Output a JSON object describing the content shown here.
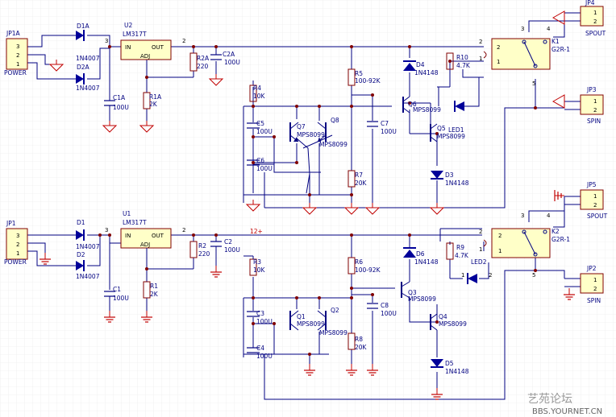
{
  "title": "Dual LM317 regulated supply with MPS8099 timer, LED and G2R-1 relay outputs",
  "colors": {
    "wire": "#000080",
    "part": "#800000",
    "part_fill": "#ffffc8",
    "ground": "#c00000",
    "diode": "#000099",
    "grid": "#e6e6e6",
    "node": "#800000"
  },
  "top": {
    "jp1a_ref": "JP1A",
    "jp1a_name": "POWER",
    "jp1a_p3": "3",
    "jp1a_p2": "2",
    "jp1a_p1": "1",
    "d1a_ref": "D1A",
    "d1a_val": "1N4007",
    "d2a_ref": "D2A",
    "d2a_val": "1N4007",
    "node3": "3",
    "u2_ref": "U2",
    "u2_val": "LM317T",
    "u2_in": "IN",
    "u2_out": "OUT",
    "u2_adj": "ADJ",
    "node2": "2",
    "c1a_ref": "C1A",
    "c1a_val": "100U",
    "r1a_ref": "R1A",
    "r1a_val": "2K",
    "r2a_ref": "R2A",
    "r2a_val": "220",
    "c2a_ref": "C2A",
    "c2a_val": "100U",
    "r4_ref": "R4",
    "r4_val": "10K",
    "c5_ref": "C5",
    "c5_val": "100U",
    "c6_ref": "C6",
    "c6_val": "100U",
    "q7_ref": "Q7",
    "q7_val": "MPS8099",
    "q8_ref": "Q8",
    "q8_val": "MPS8099",
    "r5_ref": "R5",
    "r5_val": "100-92K",
    "r7_ref": "R7",
    "r7_val": "20K",
    "c7_ref": "C7",
    "c7_val": "100U",
    "d4_ref": "D4",
    "d4_val": "1N4148",
    "q6_ref": "Q6",
    "q6_val": "MPS8099",
    "r10_ref": "R10",
    "r10_val": "4.7K",
    "q5_ref": "Q5",
    "q5_val": "MPS8099",
    "led1_ref": "LED1",
    "d3_ref": "D3",
    "d3_val": "1N4148",
    "k1_ref": "K1",
    "k1_val": "G2R-1",
    "k1_pin2": "2",
    "k1_pin1": "1",
    "k1_pin3": "3",
    "k1_pin4": "4",
    "k1_pin5": "5",
    "jp4_ref": "JP4",
    "jp4_name": "SPOUT",
    "jp4_p1": "1",
    "jp4_p2": "2",
    "jp3_ref": "JP3",
    "jp3_name": "SPIN",
    "jp3_p1": "1",
    "jp3_p2": "2"
  },
  "bottom": {
    "jp1_ref": "JP1",
    "jp1_name": "POWER",
    "jp1_p3": "3",
    "jp1_p2": "2",
    "jp1_p1": "1",
    "d1_ref": "D1",
    "d1_val": "1N4007",
    "d2_ref": "D2",
    "d2_val": "1N4007",
    "node3": "3",
    "u1_ref": "U1",
    "u1_val": "LM317T",
    "u1_in": "IN",
    "u1_out": "OUT",
    "u1_adj": "ADJ",
    "node2": "2",
    "net12": "12+",
    "c1_ref": "C1",
    "c1_val": "100U",
    "r1_ref": "R1",
    "r1_val": "2K",
    "r2_ref": "R2",
    "r2_val": "220",
    "c2_ref": "C2",
    "c2_val": "100U",
    "r3_ref": "R3",
    "r3_val": "10K",
    "c3_ref": "C3",
    "c3_val": "100U",
    "c4_ref": "C4",
    "c4_val": "100U",
    "q1_ref": "Q1",
    "q1_val": "MPS8099",
    "q2_ref": "Q2",
    "q2_val": "MPS8099",
    "r6_ref": "R6",
    "r6_val": "100-92K",
    "r8_ref": "R8",
    "r8_val": "20K",
    "c8_ref": "C8",
    "c8_val": "100U",
    "d6_ref": "D6",
    "d6_val": "1N4148",
    "q3_ref": "Q3",
    "q3_val": "MPS8099",
    "r9_ref": "R9",
    "r9_val": "4.7K",
    "led2_ref": "LED2",
    "led2_pin1": "1",
    "led2_pin2": "2",
    "q4_ref": "Q4",
    "q4_val": "MPS8099",
    "d5_ref": "D5",
    "d5_val": "1N4148",
    "k2_ref": "K2",
    "k2_val": "G2R-1",
    "k2_pin2": "2",
    "k2_pin1": "1",
    "k2_pin3": "3",
    "k2_pin4": "4",
    "k2_pin5": "5",
    "jp5_ref": "JP5",
    "jp5_name": "SPOUT",
    "jp5_p1": "1",
    "jp5_p2": "2",
    "jp2_ref": "JP2",
    "jp2_name": "SPIN",
    "jp2_p1": "1",
    "jp2_p2": "2"
  },
  "watermark": {
    "site_cn": "艺苑论坛",
    "site_url": "BBS.YOURNET.CN"
  }
}
